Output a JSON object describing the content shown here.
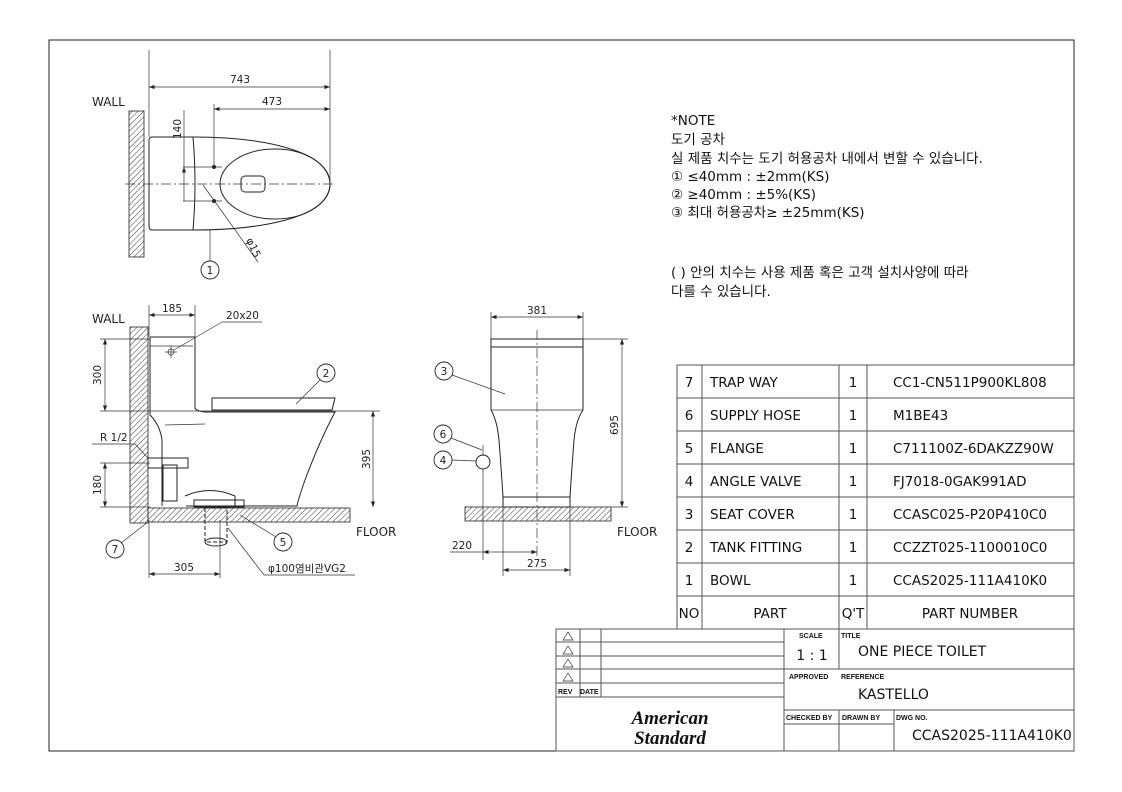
{
  "note": {
    "heading": "*NOTE",
    "line1": "도기 공차",
    "line2": "실 제품 치수는 도기 허용공차 내에서 변할 수 있습니다.",
    "line3": "① ≤40mm : ±2mm(KS)",
    "line4": "② ≥40mm : ±5%(KS)",
    "line5": "③ 최대 허용공차≥ ±25mm(KS)",
    "line6": "( ) 안의 치수는 사용 제품 혹은 고객 설치사양에 따라",
    "line7": "다를 수 있습니다."
  },
  "top_view": {
    "wall": "WALL",
    "dim_overall": "743",
    "dim_outlet": "473",
    "dim_140": "140",
    "dim_hole": "φ15",
    "balloon": "1"
  },
  "side_view": {
    "wall": "WALL",
    "dim_185": "185",
    "dim_20x20": "20x20",
    "dim_300": "300",
    "dim_395": "395",
    "dim_180": "180",
    "dim_r12": "R 1/2",
    "dim_305": "305",
    "floor": "FLOOR",
    "pipe": "φ100염비관VG2",
    "balloon_2": "2",
    "balloon_5": "5",
    "balloon_7": "7"
  },
  "front_view": {
    "dim_381": "381",
    "dim_695": "695",
    "dim_220": "220",
    "dim_275": "275",
    "floor": "FLOOR",
    "balloon_3": "3",
    "balloon_6": "6",
    "balloon_4": "4"
  },
  "parts_table": {
    "headers": {
      "no": "NO",
      "part": "PART",
      "qty": "Q'T",
      "part_number": "PART NUMBER"
    },
    "rows": [
      {
        "no": "7",
        "part": "TRAP WAY",
        "qty": "1",
        "part_number": "CC1-CN511P900KL808"
      },
      {
        "no": "6",
        "part": "SUPPLY HOSE",
        "qty": "1",
        "part_number": "M1BE43"
      },
      {
        "no": "5",
        "part": "FLANGE",
        "qty": "1",
        "part_number": "C711100Z-6DAKZZ90W"
      },
      {
        "no": "4",
        "part": "ANGLE VALVE",
        "qty": "1",
        "part_number": "FJ7018-0GAK991AD"
      },
      {
        "no": "3",
        "part": "SEAT COVER",
        "qty": "1",
        "part_number": "CCASC025-P20P410C0"
      },
      {
        "no": "2",
        "part": "TANK FITTING",
        "qty": "1",
        "part_number": "CCZZT025-1100010C0"
      },
      {
        "no": "1",
        "part": "BOWL",
        "qty": "1",
        "part_number": "CCAS2025-111A410K0"
      }
    ]
  },
  "title_block": {
    "rev_label": "REV",
    "date_label": "DATE",
    "scale_label": "SCALE",
    "scale_value": "1 : 1",
    "title_label": "TITLE",
    "title_value": "ONE PIECE TOILET",
    "approved_label": "APPROVED",
    "reference_label": "REFERENCE",
    "reference_value": "KASTELLO",
    "checked_by_label": "CHECKED BY",
    "drawn_by_label": "DRAWN BY",
    "dwg_no_label": "DWG NO.",
    "dwg_no_value": "CCAS2025-111A410K0",
    "logo_line1": "American",
    "logo_line2": "Standard"
  }
}
